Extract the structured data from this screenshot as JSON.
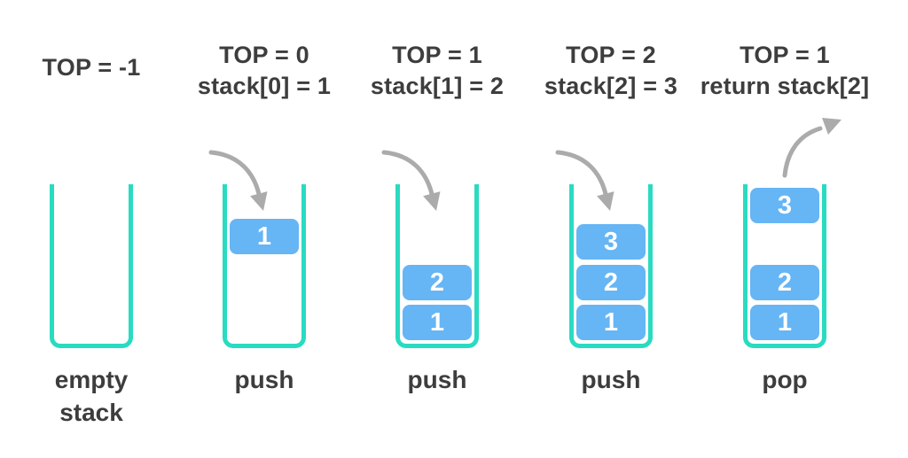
{
  "diagram_title": "stack push and pop operations",
  "colors": {
    "container_teal": "#29dbc1",
    "block_blue": "#66b5f5",
    "block_text": "#ffffff",
    "label_text": "#3d3d3d",
    "arrow_gray": "#ababab",
    "background": "#ffffff"
  },
  "columns": [
    {
      "name": "empty-stack",
      "header_lines": [
        "TOP = -1"
      ],
      "arrow": "none",
      "blocks": [],
      "label_lines": [
        "empty",
        "stack"
      ]
    },
    {
      "name": "push-first",
      "header_lines": [
        "TOP = 0",
        "stack[0] = 1"
      ],
      "arrow": "push",
      "blocks": [
        "1"
      ],
      "label_lines": [
        "push"
      ]
    },
    {
      "name": "push-second",
      "header_lines": [
        "TOP = 1",
        "stack[1] = 2"
      ],
      "arrow": "push",
      "blocks": [
        "2",
        "1"
      ],
      "label_lines": [
        "push"
      ]
    },
    {
      "name": "push-third",
      "header_lines": [
        "TOP = 2",
        "stack[2] = 3"
      ],
      "arrow": "push",
      "blocks": [
        "3",
        "2",
        "1"
      ],
      "label_lines": [
        "push"
      ]
    },
    {
      "name": "pop",
      "header_lines": [
        "TOP = 1",
        "return stack[2]"
      ],
      "arrow": "pop",
      "blocks": [
        "3",
        "2",
        "1"
      ],
      "popped_value": "3",
      "label_lines": [
        "pop"
      ]
    }
  ]
}
